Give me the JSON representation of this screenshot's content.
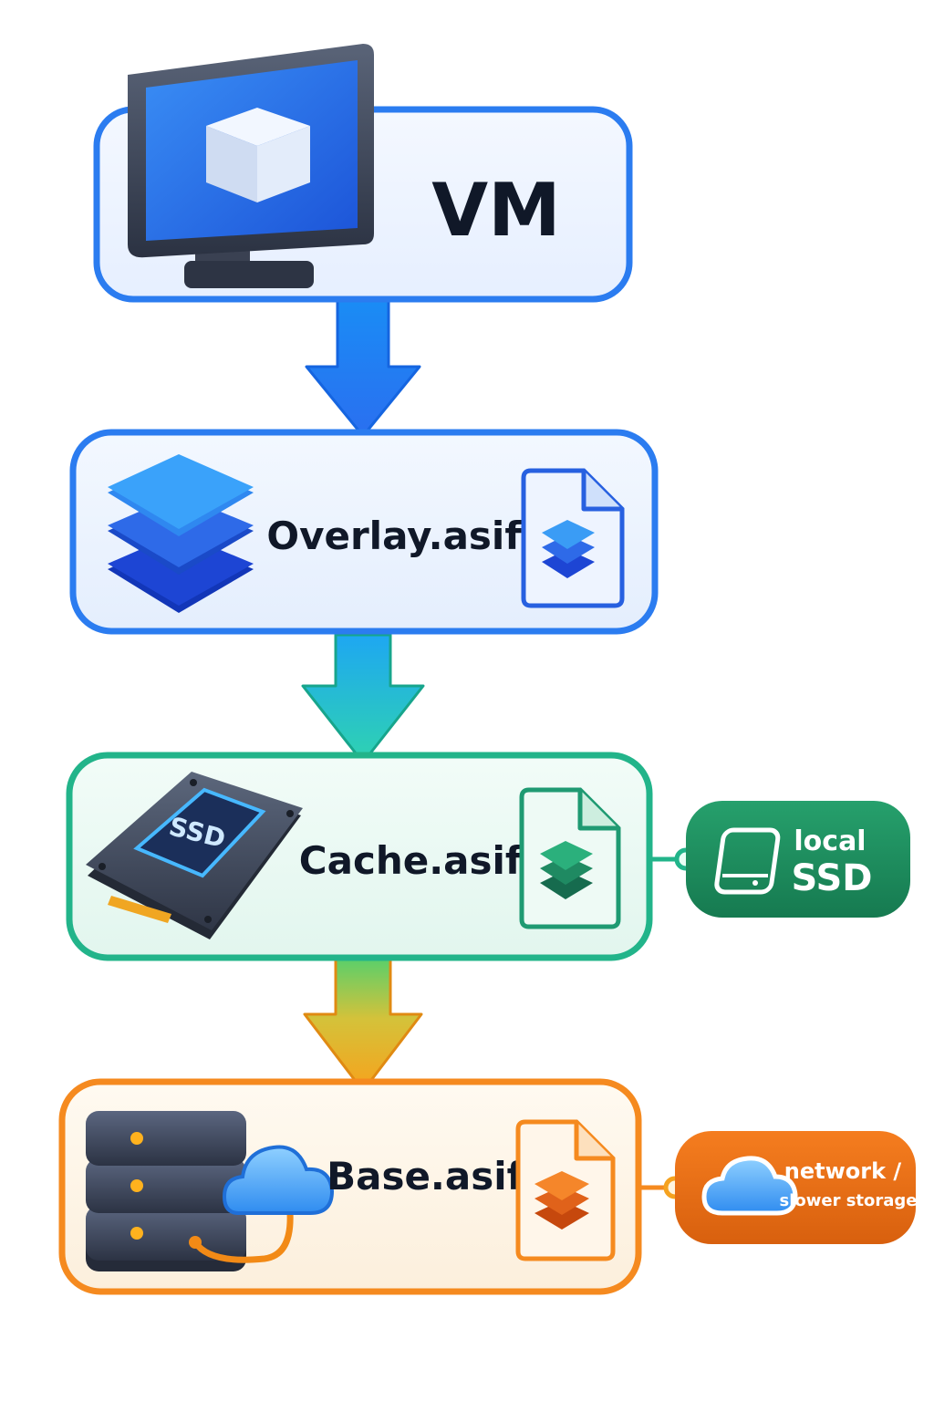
{
  "nodes": {
    "vm": {
      "label": "VM"
    },
    "overlay": {
      "label": "Overlay.asif"
    },
    "cache": {
      "label": "Cache.asif",
      "ssd_chip": "SSD"
    },
    "base": {
      "label": "Base.asif"
    }
  },
  "side_tags": {
    "local": {
      "line1": "local",
      "line2": "SSD"
    },
    "network": {
      "line1": "network /",
      "line2": "slower storage"
    }
  },
  "colors": {
    "blue": "#2b7cf0",
    "teal": "#22b48a",
    "orange": "#f58a1f",
    "local_tag": "#1e8a5c",
    "network_tag": "#e86d12"
  },
  "icons": {
    "vm": "monitor-cube-icon",
    "overlay": "layer-stack-icon",
    "cache": "ssd-drive-icon",
    "base": "server-cloud-icon",
    "file": "file-layers-icon",
    "local": "drive-icon",
    "network": "cloud-icon"
  }
}
